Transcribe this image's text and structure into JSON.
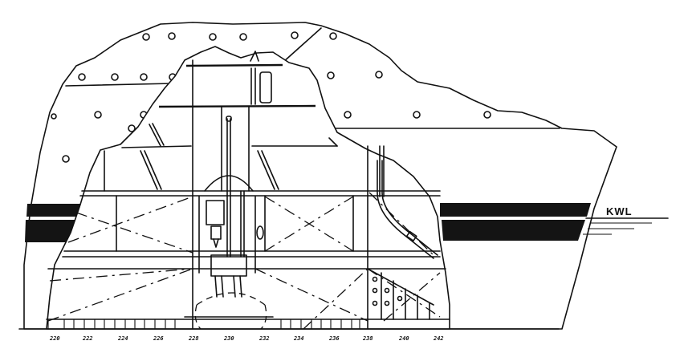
{
  "diagram": {
    "type": "ship-hull-cutaway-drawing",
    "waterline_label": "KWL",
    "colors": {
      "ink": "#111111",
      "paper": "#ffffff",
      "boot_topping_band": "#141414"
    },
    "frame_numbers": [
      "220",
      "222",
      "224",
      "226",
      "228",
      "230",
      "232",
      "234",
      "236",
      "238",
      "240",
      "242"
    ],
    "outer_hull_rivets_count": 20,
    "components": [
      "outer-hull-plating",
      "inner-cutaway-section",
      "boot-topping-bands",
      "central-shaft-housing",
      "vertical-mast-tube",
      "dome-cap",
      "propeller-hub-assembly",
      "diagonal-braced-compartments",
      "double-bottom-floors",
      "keel-baseline",
      "curved-pipe",
      "waterline-marker"
    ]
  }
}
